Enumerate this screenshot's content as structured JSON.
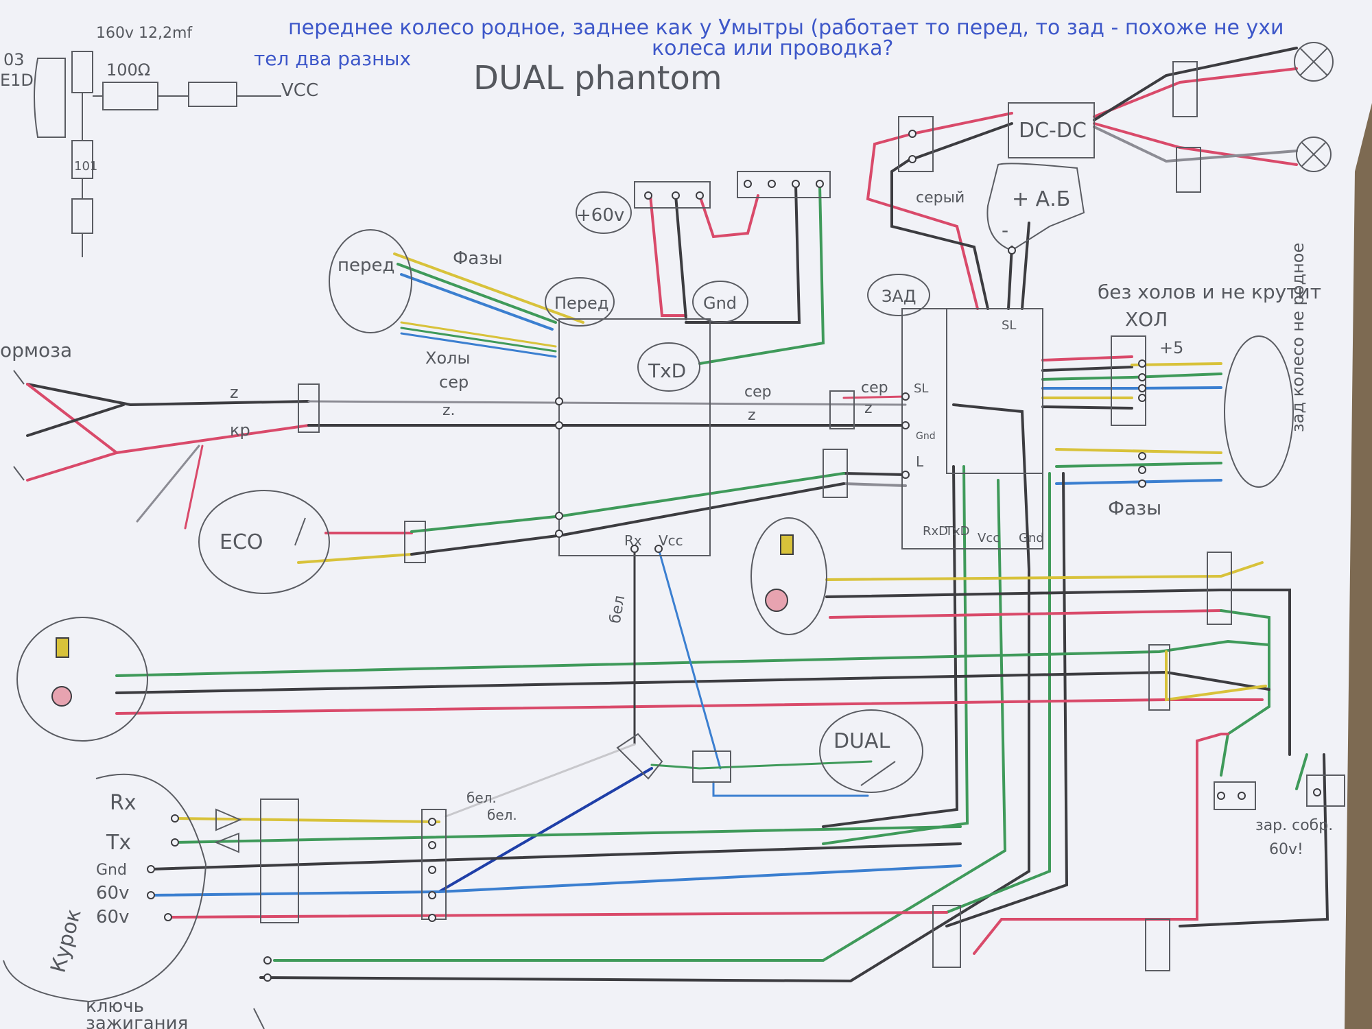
{
  "note": {
    "line1": "переднее колесо родное, заднее как у Умытры (работает то перед, то зад - похоже не ухи",
    "line2": "колеса или проводка?",
    "line3": "тел два разных"
  },
  "title": "DUAL phantom",
  "topleft": {
    "cap_label": "160v 12,2mf",
    "resistor": "100Ω",
    "r101": "101",
    "vcc": "VCC",
    "num": "03",
    "part": "E1D"
  },
  "labels": {
    "p60v_top": "+60v",
    "pered_bubble": "перед",
    "fazy_front": "Фазы",
    "holy_front": "Холы",
    "pered_ctrl": "Перед",
    "gnd_ctrl": "Gnd",
    "txd_ctrl": "TxD",
    "rx_ctrl": "Rx",
    "vcc_ctrl": "Vcc",
    "zad_ctrl": "ЗАД",
    "dcdc": "DC-DC",
    "seryi": "серый",
    "ab": "+ А.Б",
    "ab_minus": "-",
    "tormoza": "ормоза",
    "ser1": "сер",
    "z1": "z",
    "z2": "z.",
    "kr": "кр",
    "ser2": "сер",
    "z3": "z",
    "ser3": "сер",
    "z4": "z",
    "sl1": "SL",
    "gnd_zad": "Gnd",
    "l_zad": "L",
    "sl2": "SL",
    "rxd_zad": "RxD",
    "txd_zad": "TxD",
    "vcc_zad": "Vcc",
    "gnd_zad2": "Gnd",
    "bez_holov": "без холов и не крутит",
    "hol": "ХОЛ",
    "plus5": "+5",
    "zad_koleso": "зад колесо не родное",
    "fazy_rear": "Фазы",
    "eco": "ECO",
    "bel1": "бел",
    "bel2": "бел.",
    "bel3": "бел.",
    "dual": "DUAL",
    "zaryadka": "зар. собр.",
    "zaryadka_v": "60v!",
    "kurok": "Курок",
    "rx_k": "Rx",
    "tx_k": "Tx",
    "gnd_k": "Gnd",
    "v60_1": "60v",
    "v60_2": "60v",
    "klyuch": "ключь",
    "zazhig": "зажигания"
  },
  "colors": {
    "red": "#d94a6a",
    "black": "#3c3c40",
    "green": "#3f9a5a",
    "yellow": "#d8c23a",
    "blue": "#3b7fd0",
    "gray": "#8c8c94",
    "ink": "#3d57c9",
    "paper": "#f2f3f8"
  }
}
